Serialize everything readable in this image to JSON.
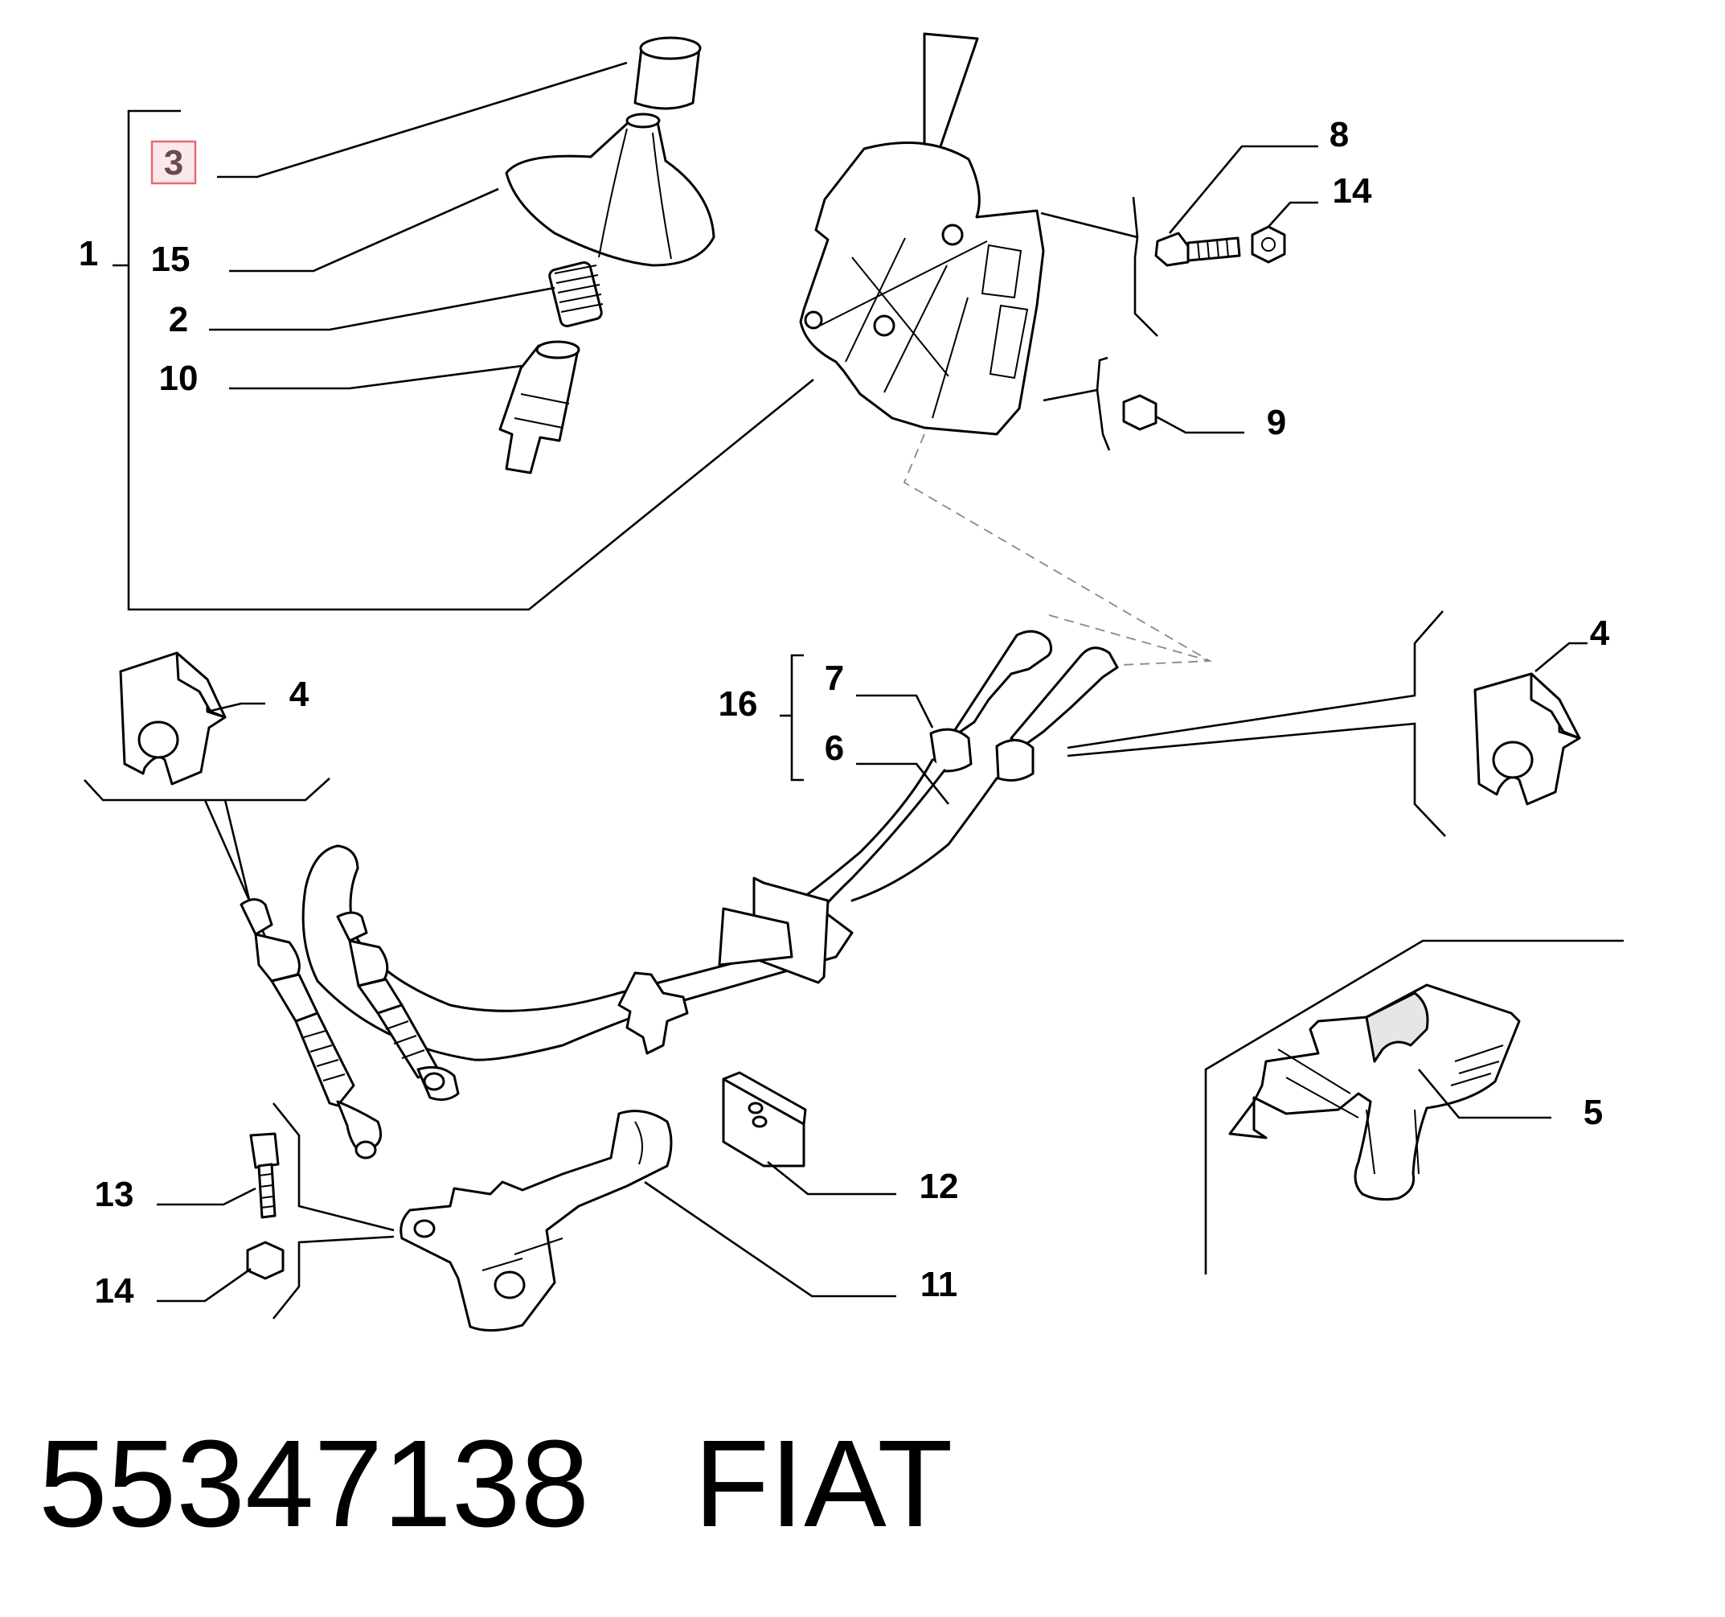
{
  "callouts": {
    "c1": "1",
    "c3": "3",
    "c15": "15",
    "c2": "2",
    "c10": "10",
    "c8": "8",
    "c14_top": "14",
    "c9": "9",
    "c4_left": "4",
    "c4_right": "4",
    "c7": "7",
    "c6": "6",
    "c16": "16",
    "c5": "5",
    "c12": "12",
    "c13": "13",
    "c14_bottom": "14",
    "c11": "11"
  },
  "highlighted_callout": "3",
  "footer": {
    "part_number": "55347138",
    "brand": "FIAT"
  },
  "colors": {
    "highlight_border": "#e46a74",
    "highlight_fill": "#fbe9ea"
  }
}
